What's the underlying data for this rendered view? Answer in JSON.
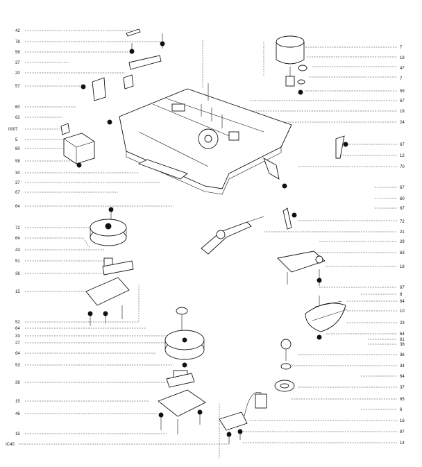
{
  "left_labels": [
    "42",
    "78",
    "56",
    "37",
    "20",
    "57",
    "60",
    "62",
    "0007",
    "5",
    "80",
    "58",
    "30",
    "37",
    "67",
    "64",
    "72",
    "64",
    "43",
    "51",
    "36",
    "15",
    "52",
    "64",
    "33",
    "27",
    "64",
    "53",
    "36",
    "15",
    "46",
    "15",
    "IC40"
  ],
  "right_labels": [
    "7",
    "18",
    "47",
    "7",
    "59",
    "67",
    "18",
    "24",
    "67",
    "12",
    "70",
    "67",
    "60",
    "67",
    "72",
    "21",
    "29",
    "63",
    "18",
    "67",
    "8",
    "64",
    "10",
    "23",
    "64",
    "61",
    "38",
    "36",
    "34",
    "64",
    "37",
    "65",
    "6",
    "16",
    "97",
    "14"
  ]
}
